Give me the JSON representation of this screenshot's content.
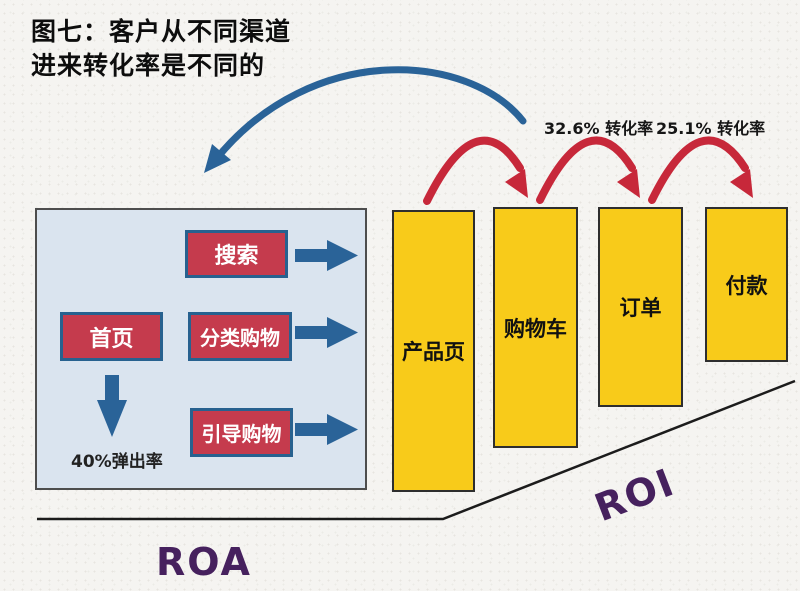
{
  "title": {
    "line1": "图七：客户从不同渠道",
    "line2": "进来转化率是不同的"
  },
  "left_panel": {
    "search_label": "搜索",
    "home_label": "首页",
    "category_label": "分类购物",
    "guided_label": "引导购物",
    "bounce_rate_label": "40%弹出率",
    "bounce_rate_value": "40%"
  },
  "funnel_stages": [
    {
      "label": "产品页"
    },
    {
      "label": "购物车"
    },
    {
      "label": "订单"
    },
    {
      "label": "付款"
    }
  ],
  "conversion_rates": [
    {
      "label": "32.6% 转化率",
      "value": "32.6%"
    },
    {
      "label": "25.1% 转化率",
      "value": "25.1%"
    }
  ],
  "baseline": {
    "roa_label": "ROA",
    "roi_label": "ROI"
  },
  "colors": {
    "background": "#f5f4f1",
    "accent_blue": "#2a6398",
    "hop_arrow_red": "#c7283a",
    "node_red": "#c53b4d",
    "node_border_blue": "#27618f",
    "bar_yellow": "#f8cb1a",
    "panel_blue": "#dae4ef",
    "axis_purple": "#46215e",
    "text_black": "#0d0d0d"
  }
}
